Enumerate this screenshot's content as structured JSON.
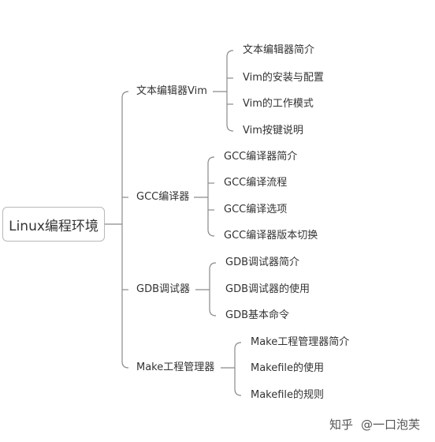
{
  "root": {
    "label": "Linux编程环境"
  },
  "branches": [
    {
      "label": "文本编辑器Vim",
      "children": [
        "文本编辑器简介",
        "Vim的安装与配置",
        "Vim的工作模式",
        "Vim按键说明"
      ]
    },
    {
      "label": "GCC编译器",
      "children": [
        "GCC编译器简介",
        "GCC编译流程",
        "GCC编译选项",
        "GCC编译器版本切换"
      ]
    },
    {
      "label": "GDB调试器",
      "children": [
        "GDB调试器简介",
        "GDB调试器的使用",
        "GDB基本命令"
      ]
    },
    {
      "label": "Make工程管理器",
      "children": [
        "Make工程管理器简介",
        "Makefile的使用",
        "Makefile的规则"
      ]
    }
  ],
  "watermark": {
    "site": "知乎",
    "author": "@一口泡芙"
  },
  "colors": {
    "line": "#8a8a8a",
    "text": "#333333",
    "box_border": "#b8b8b8"
  }
}
